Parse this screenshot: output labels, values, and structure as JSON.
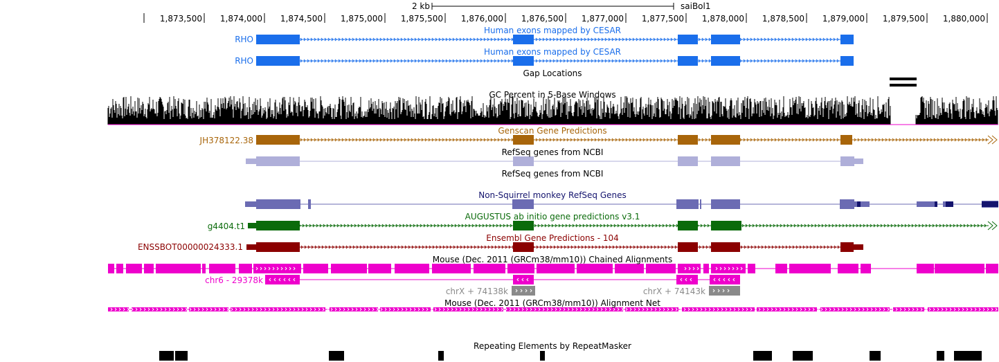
{
  "scale": {
    "bar_label": "2 kb",
    "assembly": "saiBol1"
  },
  "ruler": {
    "ticks": [
      "1,873,500",
      "1,874,000",
      "1,874,500",
      "1,875,000",
      "1,875,500",
      "1,876,000",
      "1,876,500",
      "1,877,000",
      "1,877,500",
      "1,878,000",
      "1,878,500",
      "1,879,000",
      "1,879,500",
      "1,880,000"
    ]
  },
  "tracks": {
    "cesar_title_1": "Human exons mapped by CESAR",
    "cesar_gene_1": "RHO",
    "cesar_title_2": "Human exons mapped by CESAR",
    "cesar_gene_2": "RHO",
    "gap_title": "Gap Locations",
    "gc_title": "GC Percent in 5-Base Windows",
    "genscan_title": "Genscan Gene Predictions",
    "genscan_gene": "JH378122.38",
    "refseq_title_1": "RefSeq genes from NCBI",
    "refseq_title_2": "RefSeq genes from NCBI",
    "xeno_title": "Non-Squirrel monkey RefSeq Genes",
    "augustus_title": "AUGUSTUS ab initio gene predictions v3.1",
    "augustus_gene": "g4404.t1",
    "ensembl_title": "Ensembl Gene Predictions - 104",
    "ensembl_gene": "ENSSBOT00000024333.1",
    "chain_title": "Mouse (Dec. 2011 (GRCm38/mm10)) Chained Alignments",
    "chain_label_1": "chr6 - 29378k",
    "chain_label_2": "chrX + 74138k",
    "chain_label_3": "chrX + 74143k",
    "net_title": "Mouse (Dec. 2011 (GRCm38/mm10)) Alignment Net",
    "repeat_title": "Repeating Elements by RepeatMasker"
  },
  "colors": {
    "cesar": "#1a6eeb",
    "genscan": "#a8650a",
    "refseq": "#afafd9",
    "xeno": "#6b6bb3",
    "xeno_dark": "#14146e",
    "augustus": "#0b6b0b",
    "ensembl": "#8b0000",
    "chain": "#ee00cc",
    "chain_gray": "#8a8a8a",
    "black": "#000000"
  }
}
